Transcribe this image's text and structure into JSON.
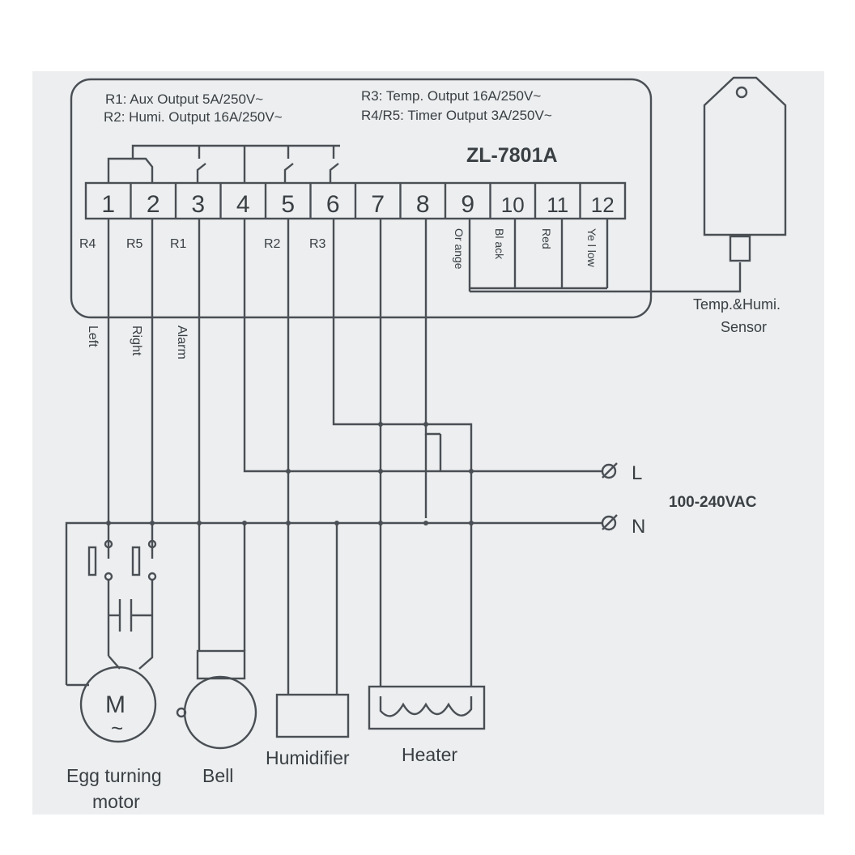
{
  "specs": {
    "r1": "R1: Aux  Output 5A/250V~",
    "r2": "R2: Humi.  Output 16A/250V~",
    "r3": "R3: Temp. Output 16A/250V~",
    "r45": "R4/R5: Timer  Output 3A/250V~"
  },
  "model": "ZL-7801A",
  "terminals": [
    "1",
    "2",
    "3",
    "4",
    "5",
    "6",
    "7",
    "8",
    "9",
    "10",
    "11",
    "12"
  ],
  "relay_labels": {
    "t1": "R4",
    "t2": "R5",
    "t3": "R1",
    "t5": "R2",
    "t6": "R3"
  },
  "sensor_wire_colors": {
    "t9": "Orange",
    "t10": "Black",
    "t11": "Red",
    "t12": "Yellow"
  },
  "sensor_wire_text": {
    "t9": "Or ange",
    "t10": "Bl ack",
    "t11": "Red",
    "t12": "Ye l low"
  },
  "sensor_label": {
    "line1": "Temp.&Humi.",
    "line2": "Sensor"
  },
  "output_labels": {
    "left": "Left",
    "right": "Right",
    "alarm": "Alarm"
  },
  "power": {
    "line": "L",
    "neutral": "N",
    "voltage": "100-240VAC"
  },
  "motor_symbol": {
    "letter": "M",
    "wave": "~"
  },
  "loads": {
    "motor_line1": "Egg turning",
    "motor_line2": "motor",
    "bell": "Bell",
    "humidifier": "Humidifier",
    "heater": "Heater"
  }
}
